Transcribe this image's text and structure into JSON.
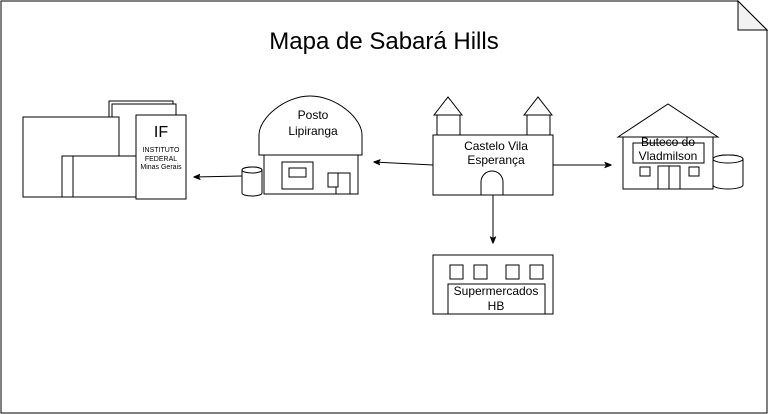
{
  "title": "Mapa de Sabará Hills",
  "nodes": {
    "if": {
      "logo_text": "IF",
      "line1": "INSTITUTO",
      "line2": "FEDERAL",
      "line3": "Minas Gerais"
    },
    "posto": {
      "line1": "Posto",
      "line2": "Lipiranga"
    },
    "castelo": {
      "line1": "Castelo Vila",
      "line2": "Esperança"
    },
    "buteco": {
      "line1": "Buteco do",
      "line2": "Vladmilson"
    },
    "supermercados": {
      "line1": "Supermercados",
      "line2": "HB"
    }
  },
  "colors": {
    "stroke": "#000000",
    "fill": "#ffffff",
    "page_fold": "#f2f2f2"
  }
}
